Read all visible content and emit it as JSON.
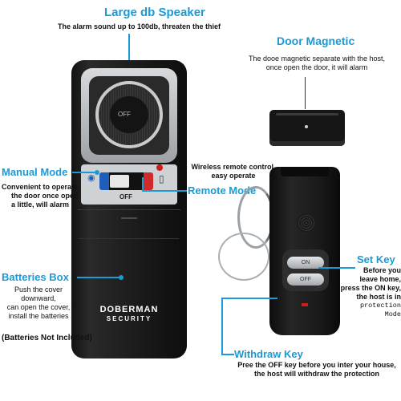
{
  "speaker": {
    "title": "Large db Speaker",
    "desc": "The alarm sound up to 100db, threaten the thief"
  },
  "door": {
    "title": "Door Magnetic",
    "desc_line1": "The dooe magnetic separate with the host,",
    "desc_line2": "once open the door, it will alarm"
  },
  "manual": {
    "title": "Manual Mode",
    "line1": "Convenient to operate,",
    "line2": "the door once open",
    "line3": "a  little, will alarm"
  },
  "remote_mode": {
    "title": "Remote Mode",
    "desc_line1": "Wireless remote control,",
    "desc_line2": "easy operate"
  },
  "set_key": {
    "title": "Set Key",
    "line1": "Before you",
    "line2": "leave home,",
    "line3": "press the ON key,",
    "line4": "the host is in",
    "line5": "protection Mode"
  },
  "batteries": {
    "title": "Batteries Box",
    "line1": "Push the cover",
    "line2": "downward,",
    "line3": "can open the cover,",
    "line4": "install the batteries",
    "note": "(Batteries Not Included)"
  },
  "withdraw": {
    "title": "Withdraw Key",
    "line1": "Pree the OFF key before you inter your house,",
    "line2": "the host will withdraw the protection"
  },
  "device": {
    "speaker_label": "OFF",
    "switch_label": "OFF",
    "brand1": "DOBERMAN",
    "brand2": "SECURITY"
  },
  "remote": {
    "on_label": "ON",
    "off_label": "OFF"
  },
  "colors": {
    "accent": "#1a9ad6",
    "device": "#1c1c1c",
    "silver": "#b9bcbf",
    "led": "#d21b1b"
  }
}
